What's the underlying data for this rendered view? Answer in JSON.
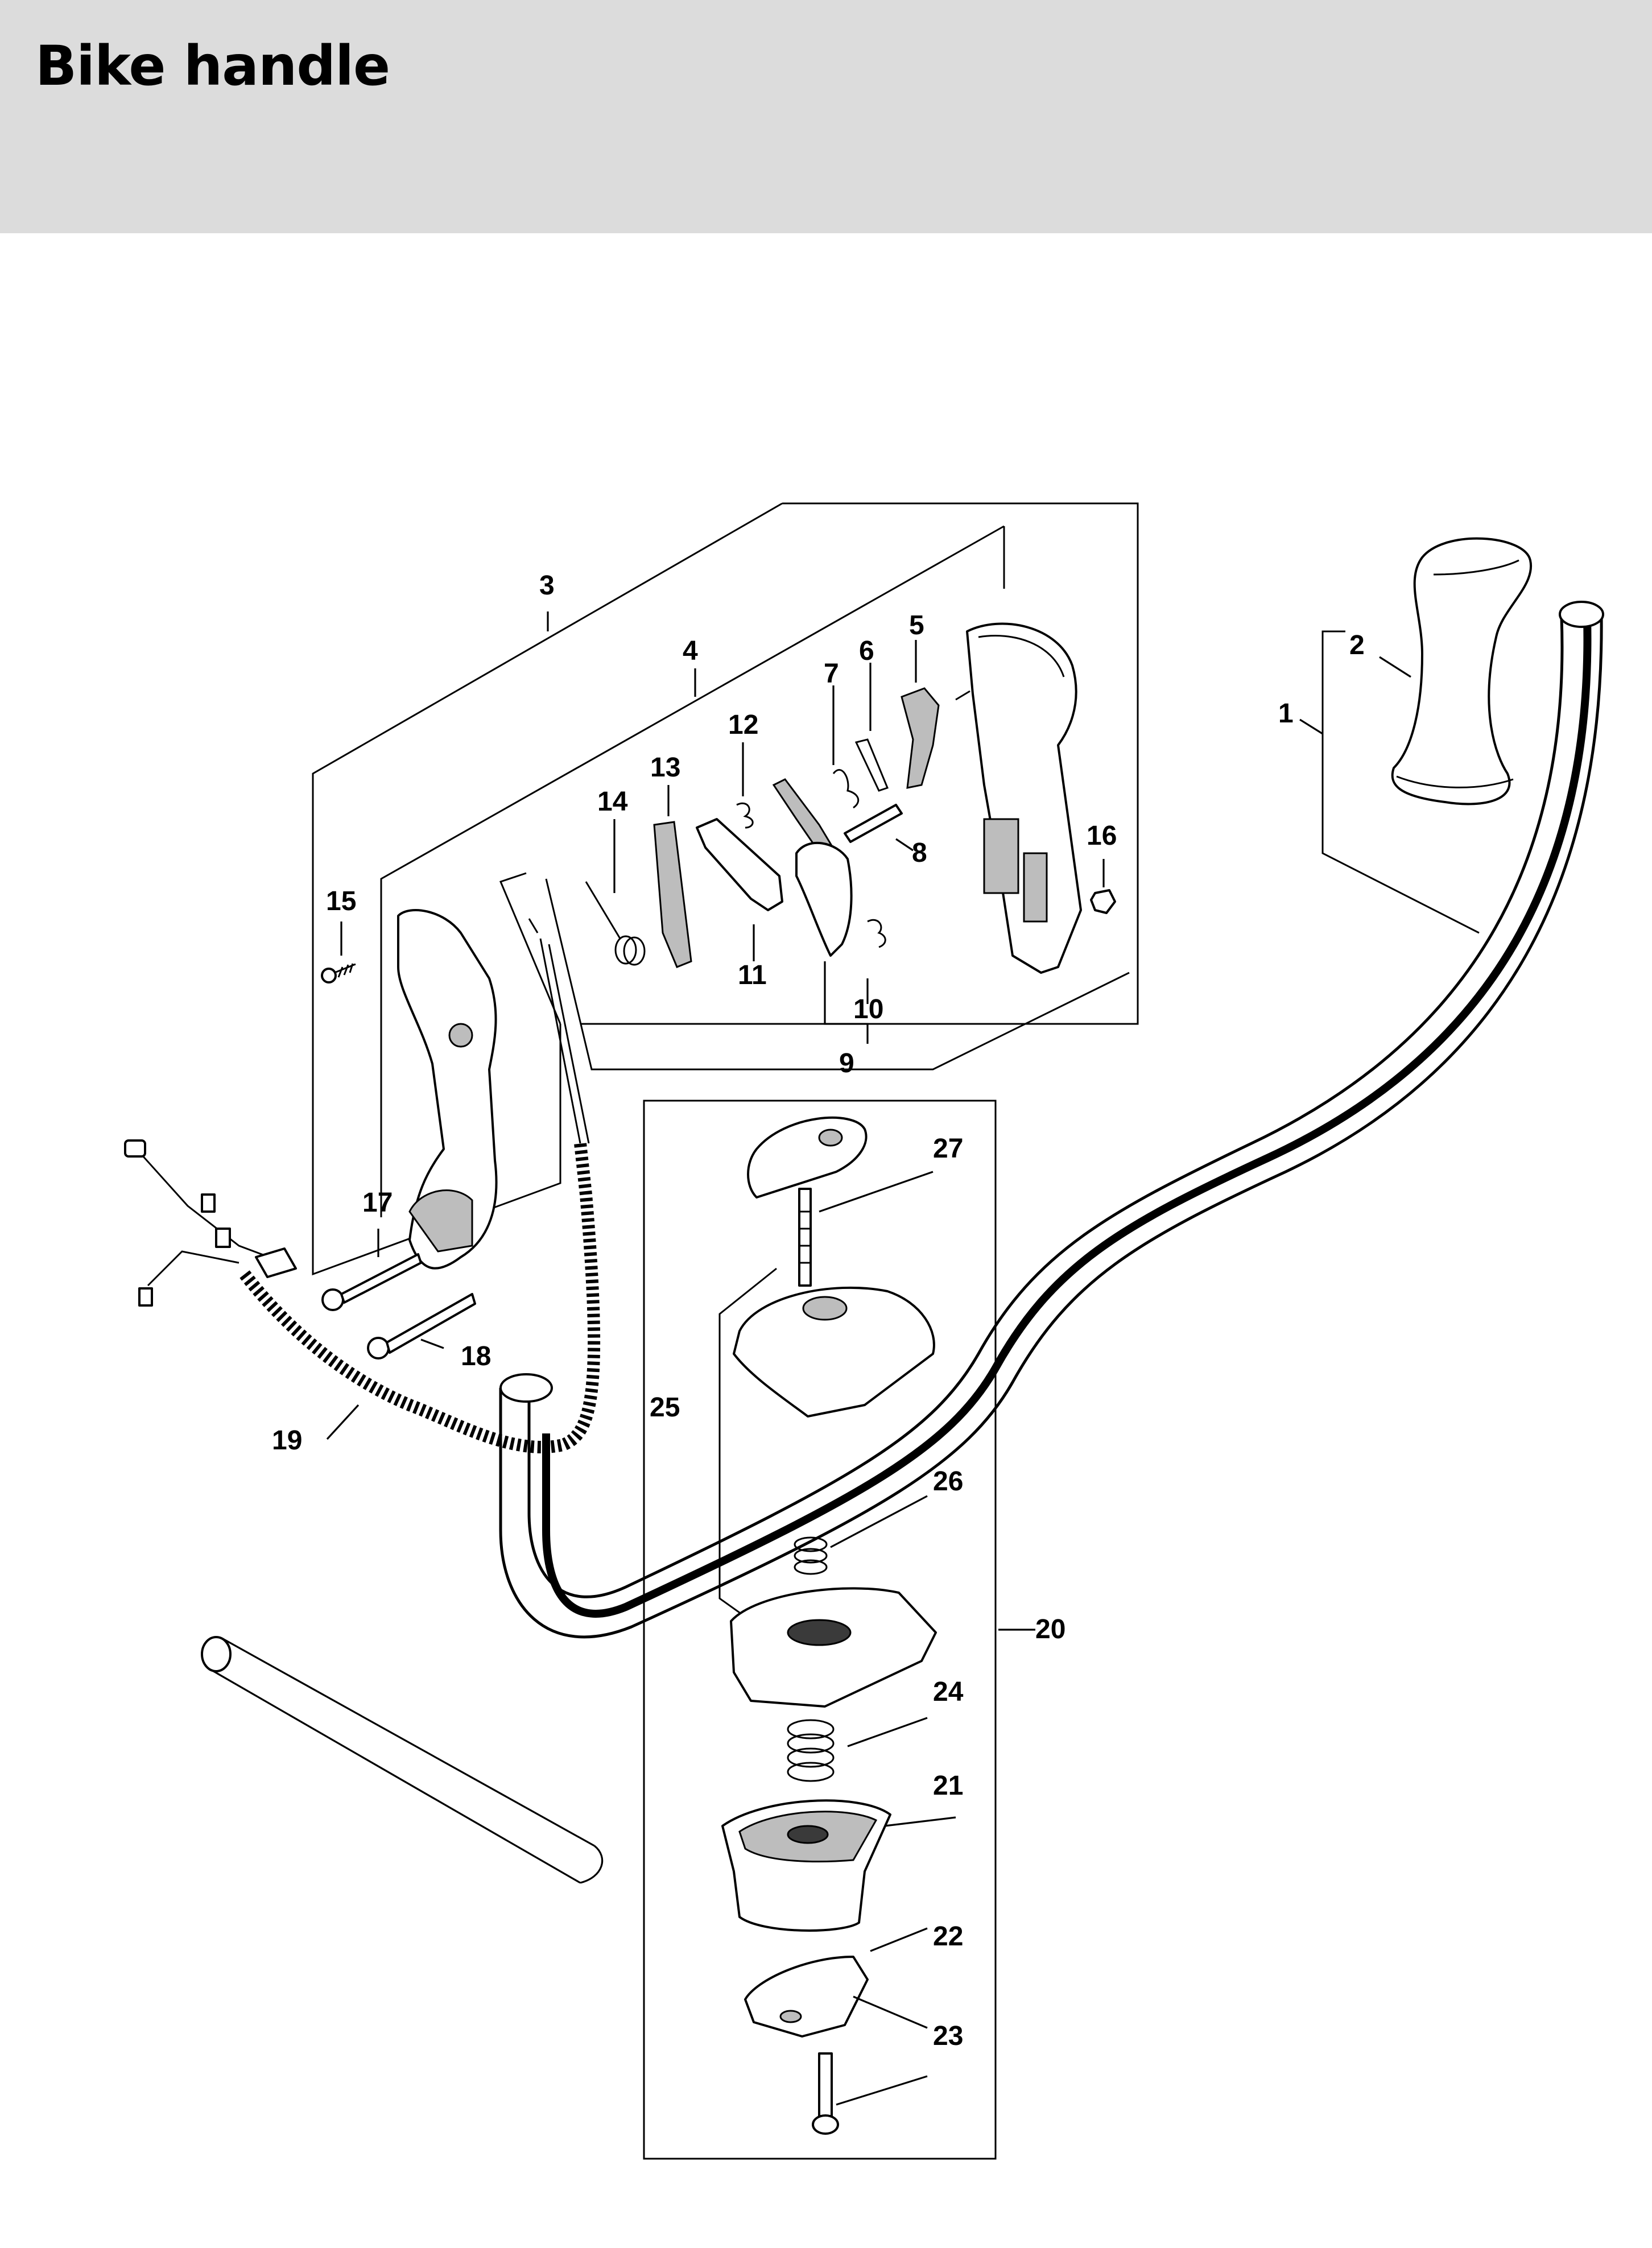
{
  "page": {
    "title": "Bike handle"
  },
  "callouts": [
    "1",
    "2",
    "3",
    "4",
    "5",
    "6",
    "7",
    "8",
    "9",
    "10",
    "11",
    "12",
    "13",
    "14",
    "15",
    "16",
    "17",
    "18",
    "19",
    "20",
    "21",
    "22",
    "23",
    "24",
    "25",
    "26",
    "27"
  ],
  "colors": {
    "header_bg": "#dcdcdc",
    "line": "#000000",
    "part_fill": "#ffffff",
    "dark_part": "#3a3a3a"
  }
}
